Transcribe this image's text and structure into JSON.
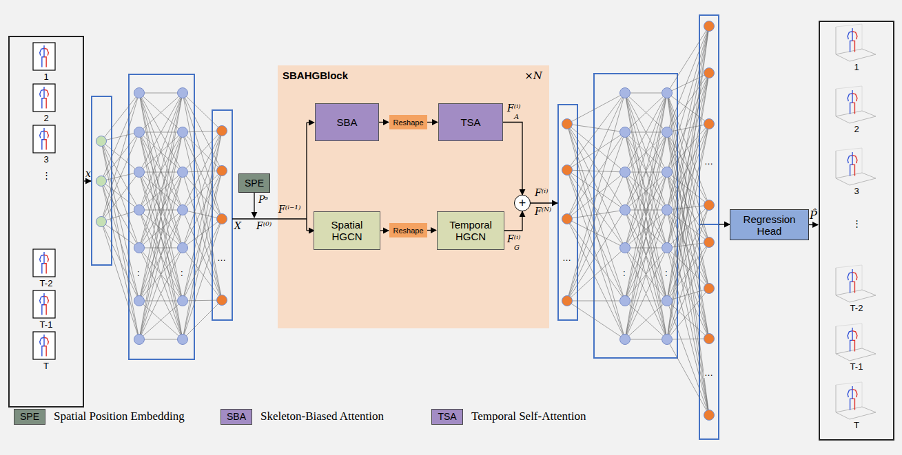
{
  "diagram": {
    "nodes": [
      {
        "text": [
          "1",
          "2",
          "3",
          "⋮",
          "T-2",
          "T-1",
          "T"
        ]
      },
      {
        "text": [
          "SPE"
        ]
      },
      {
        "text": [
          "SBAHGBlock",
          "×N"
        ]
      },
      {
        "text": [
          "SBA"
        ],
        "in": 2
      },
      {
        "text": [
          "Reshape"
        ],
        "in": 2
      },
      {
        "text": [
          "TSA"
        ],
        "in": 2
      },
      {
        "text": [
          "Spatial HGCN"
        ],
        "in": 2
      },
      {
        "text": [
          "Reshape"
        ],
        "in": 2
      },
      {
        "text": [
          "Temporal HGCN"
        ],
        "in": 2
      },
      {
        "text": [
          "+"
        ],
        "in": 2
      },
      {
        "text": [
          "Regression Head"
        ]
      },
      {
        "text": [
          "1",
          "2",
          "3",
          "⋮",
          "T-2",
          "T-1",
          "T"
        ]
      }
    ],
    "edges": [
      {
        "from": 3,
        "to": 4,
        "arrow": "to"
      },
      {
        "from": 4,
        "to": 5,
        "arrow": "to"
      },
      {
        "from": 6,
        "to": 7,
        "arrow": "to"
      },
      {
        "from": 7,
        "to": 8,
        "arrow": "to"
      },
      {
        "from": 5,
        "to": 9,
        "arrow": "to"
      },
      {
        "from": 8,
        "to": 9,
        "arrow": "to"
      },
      {
        "from": 10,
        "to": 11,
        "label": "P̂",
        "arrow": "to"
      }
    ],
    "labels": [
      "x",
      "X",
      "Pˢ",
      "F⁽⁰⁾",
      "F⁽ⁱ⁻¹⁾",
      ":",
      ":",
      "…",
      "F⁽ⁱ⁾",
      "A",
      "F⁽ⁱ⁾",
      "G",
      "F⁽ⁱ⁾",
      "F⁽ᴺ⁾",
      "…",
      ":",
      ":",
      "…",
      "…",
      "SPE",
      "SBA",
      "TSA"
    ],
    "legend": [
      {
        "text": "Spatial Position Embedding",
        "color": "#7d8f80"
      },
      {
        "text": "Skeleton-Biased Attention",
        "color": "#a28cc4"
      },
      {
        "text": "Temporal Self-Attention",
        "color": "#a28cc4"
      }
    ]
  }
}
